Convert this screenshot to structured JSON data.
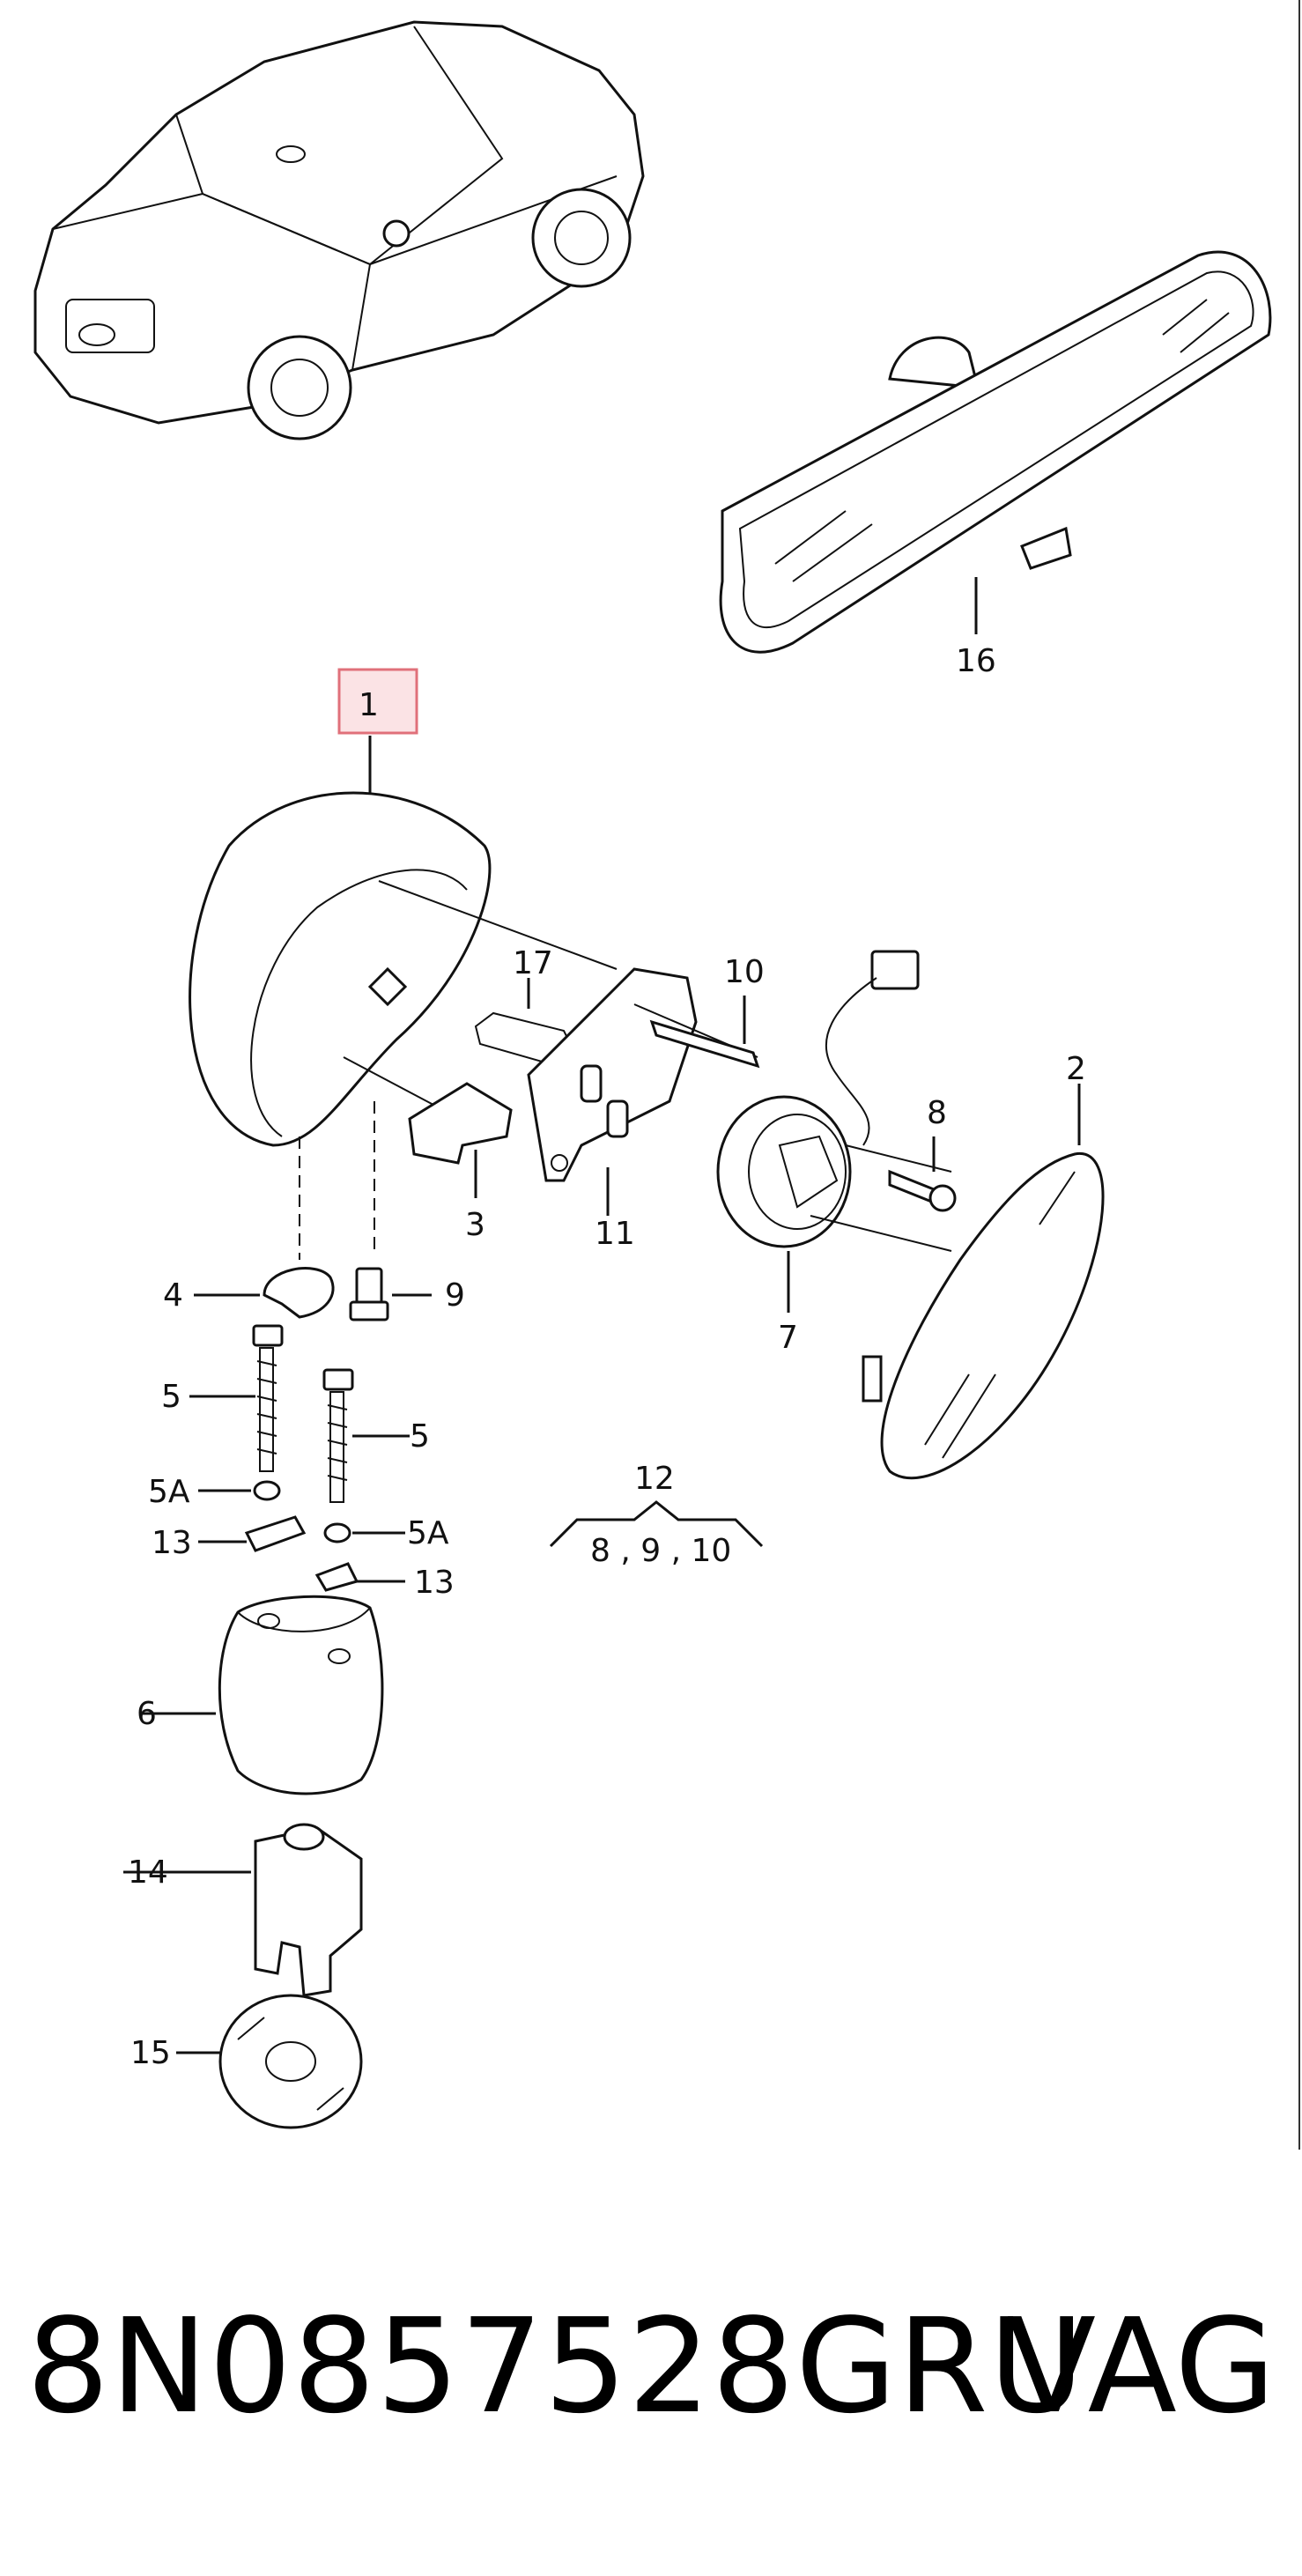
{
  "diagram": {
    "labels": {
      "p1": "1",
      "p2": "2",
      "p3": "3",
      "p4": "4",
      "p5a": "5",
      "p5b": "5",
      "p5Aa": "5A",
      "p5Ab": "5A",
      "p6": "6",
      "p7": "7",
      "p8": "8",
      "p9": "9",
      "p10": "10",
      "p11": "11",
      "p12": "12",
      "p12sub": "8 , 9 , 10",
      "p13a": "13",
      "p13b": "13",
      "p14": "14",
      "p15": "15",
      "p16": "16",
      "p17": "17"
    },
    "highlight_color": "#e0707a"
  },
  "footer": {
    "part_number": "8N0857528GRU",
    "brand": "VAG"
  }
}
